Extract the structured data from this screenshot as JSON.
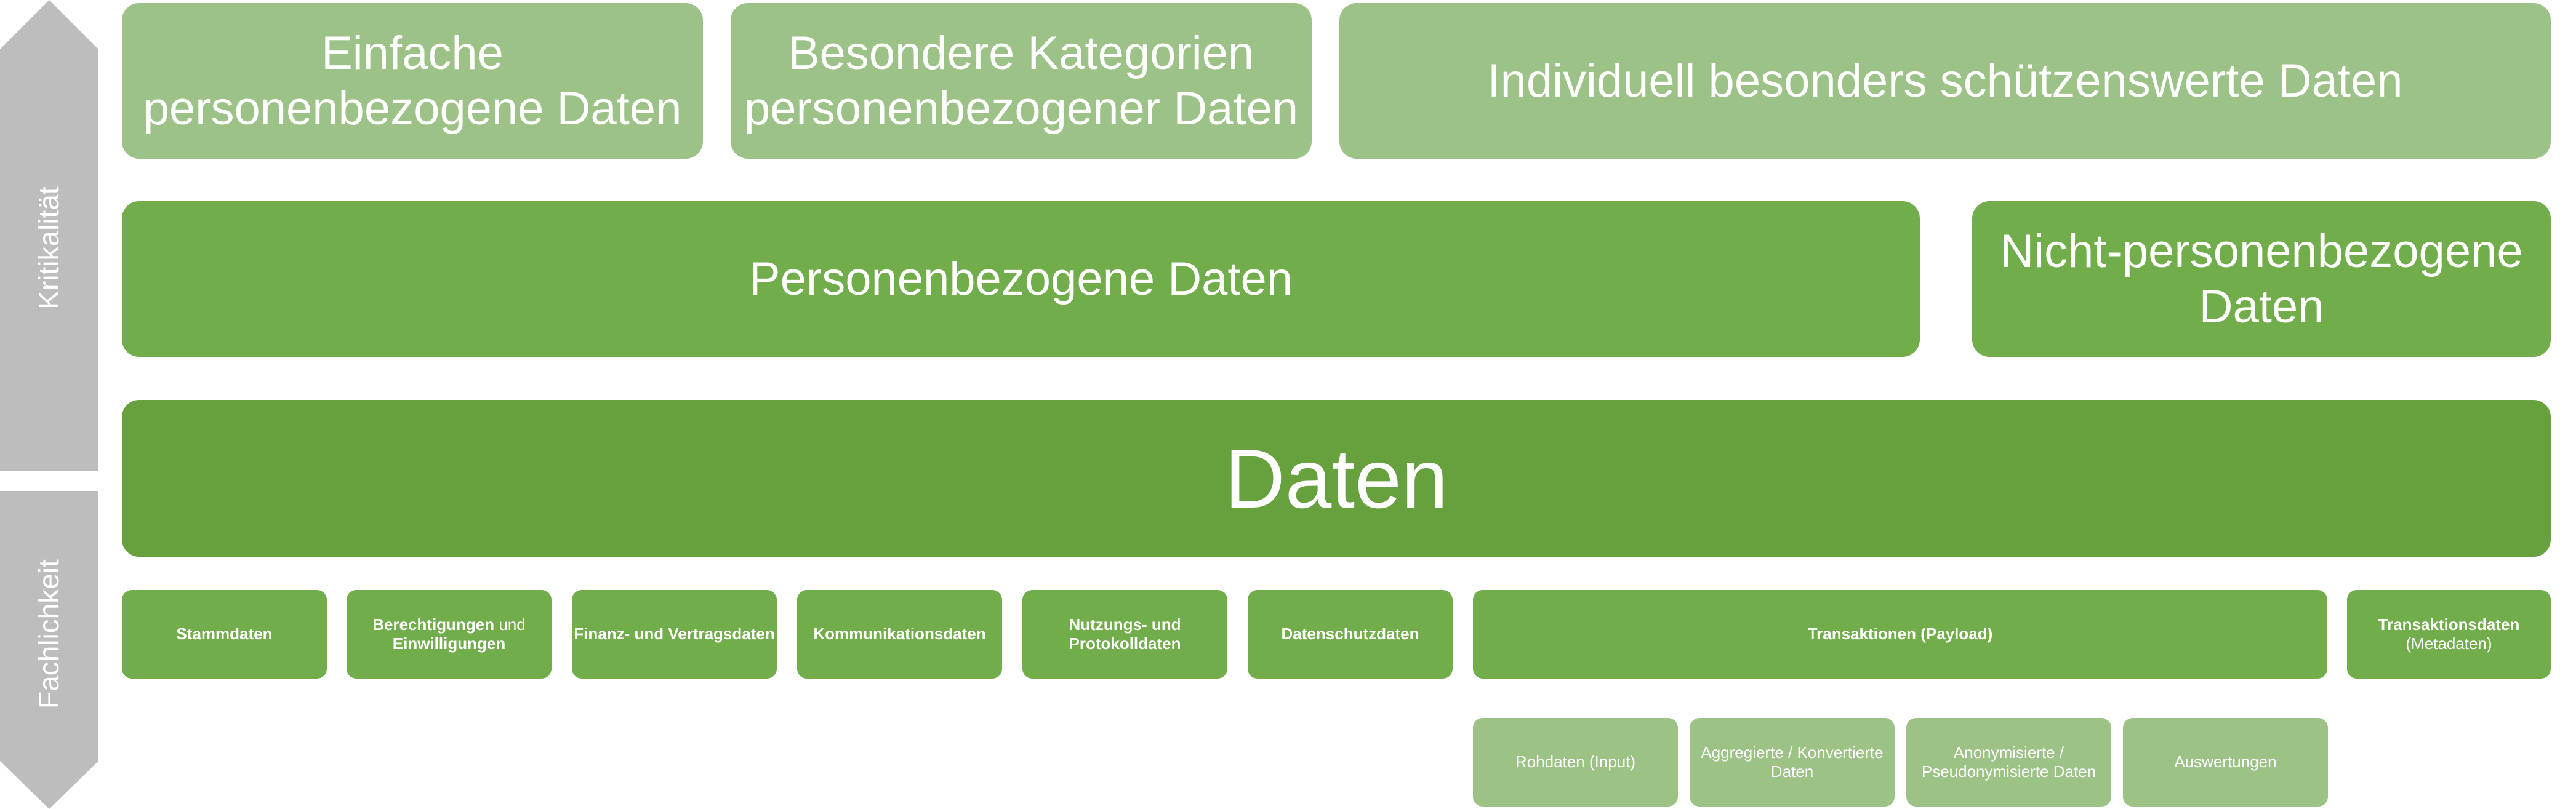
{
  "axis": {
    "top_label": "Kritikalität",
    "bottom_label": "Fachlichkeit"
  },
  "top_row": [
    {
      "label": "Einfache",
      "label2": "personenbezogene Daten"
    },
    {
      "label": "Besondere Kategorien",
      "label2": "personenbezogener Daten"
    },
    {
      "label": "Individuell besonders schützenswerte Daten"
    }
  ],
  "middle_row": [
    {
      "label": "Personenbezogene Daten"
    },
    {
      "label": "Nicht-personenbezogene",
      "label2": "Daten"
    }
  ],
  "base": {
    "label": "Daten"
  },
  "categories": [
    {
      "label": "Stammdaten"
    },
    {
      "label_bold": "Berechtigungen",
      "label_normal": " und",
      "label2": "Einwilligungen"
    },
    {
      "label": "Finanz- und Vertragsdaten"
    },
    {
      "label": "Kommunikationsdaten"
    },
    {
      "label": "Nutzungs- und",
      "label2": "Protokolldaten"
    },
    {
      "label": "Datenschutzdaten"
    },
    {
      "label": "Transaktionen (Payload)"
    },
    {
      "label": "Transaktionsdaten",
      "label2": "(Metadaten)"
    }
  ],
  "payload_types": [
    {
      "label": "Rohdaten (Input)"
    },
    {
      "label": "Aggregierte / Konvertierte",
      "label2": "Daten"
    },
    {
      "label": "Anonymisierte  /",
      "label2": "Pseudonymisierte Daten"
    },
    {
      "label": "Auswertungen"
    }
  ],
  "colors": {
    "light_green": "#9dc287",
    "medium_green": "#72ad4b",
    "dark_green": "#66a13e",
    "axis_gray": "#bdbdbd"
  }
}
